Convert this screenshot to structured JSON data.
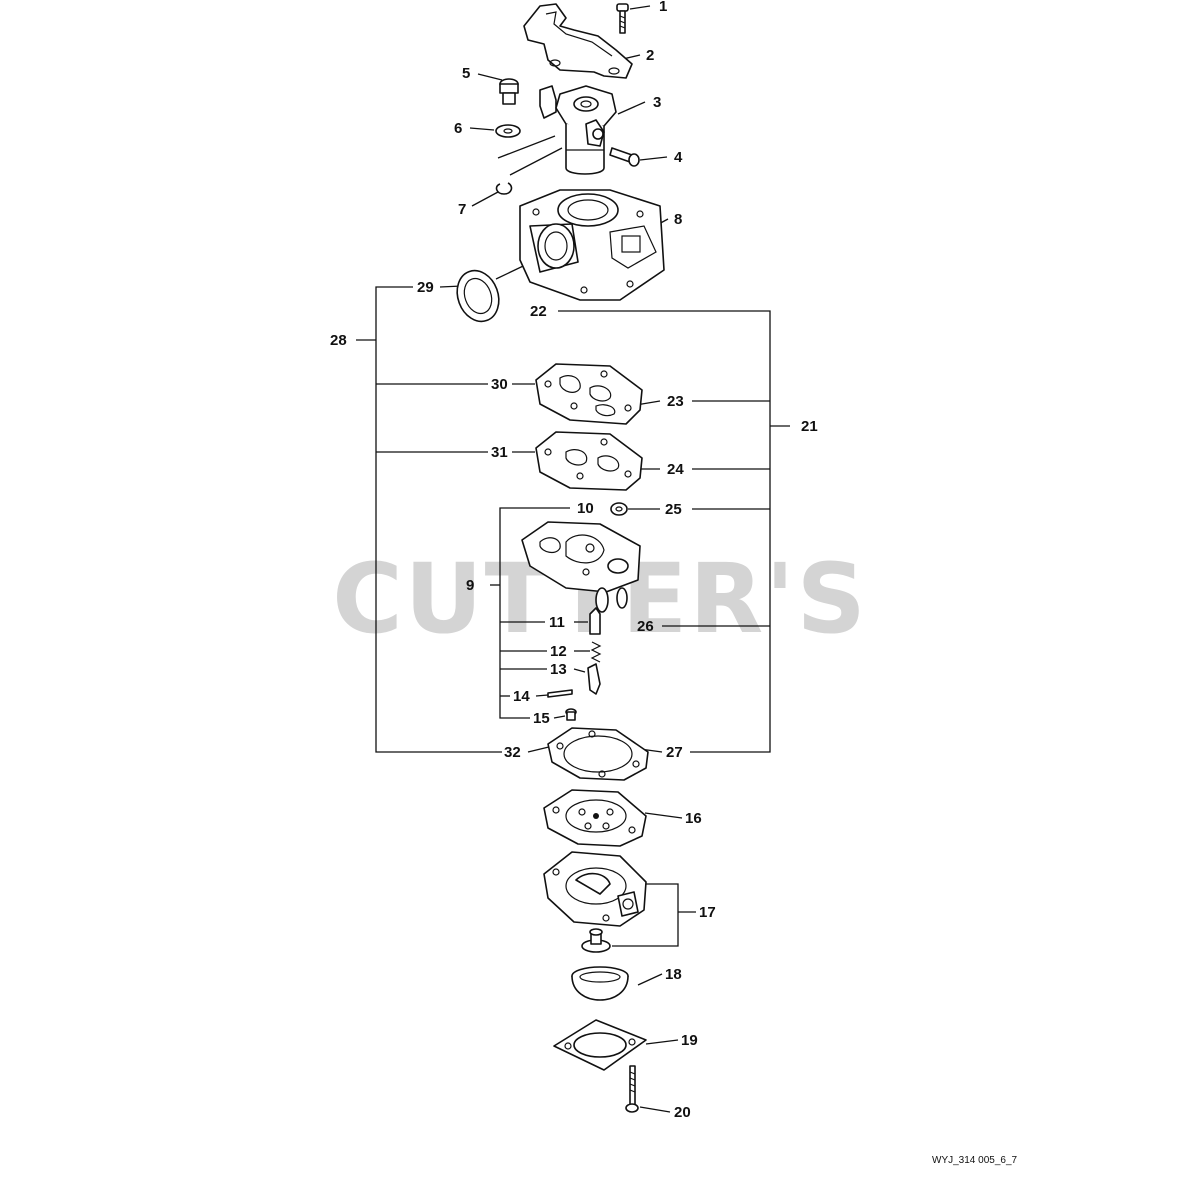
{
  "watermark": "CUTTER'S",
  "drawing_code": "WYJ_314 005_6_7",
  "callouts": {
    "c1": "1",
    "c2": "2",
    "c3": "3",
    "c4": "4",
    "c5": "5",
    "c6": "6",
    "c7": "7",
    "c8": "8",
    "c9": "9",
    "c10": "10",
    "c11": "11",
    "c12": "12",
    "c13": "13",
    "c14": "14",
    "c15": "15",
    "c16": "16",
    "c17": "17",
    "c18": "18",
    "c19": "19",
    "c20": "20",
    "c21": "21",
    "c22": "22",
    "c23": "23",
    "c24": "24",
    "c25": "25",
    "c26": "26",
    "c27": "27",
    "c28": "28",
    "c29": "29",
    "c30": "30",
    "c31": "31",
    "c32": "32"
  }
}
